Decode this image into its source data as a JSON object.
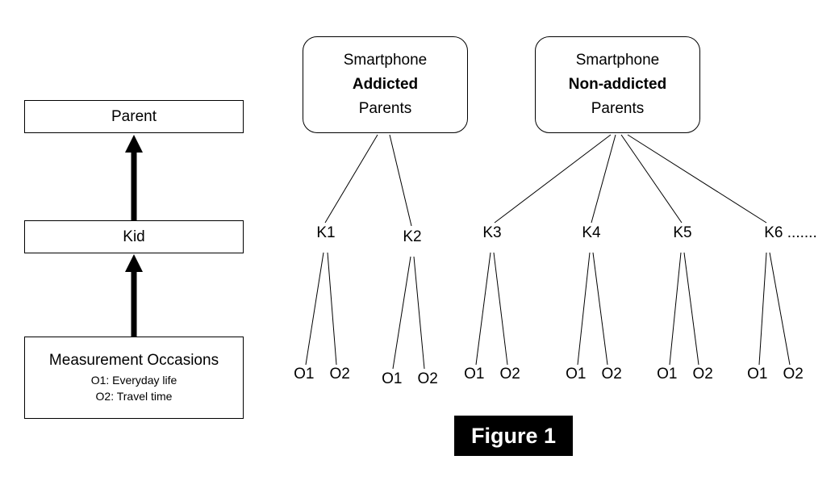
{
  "left_panel": {
    "parent_label": "Parent",
    "kid_label": "Kid",
    "measurement": {
      "title": "Measurement Occasions",
      "line1": "O1: Everyday life",
      "line2": "O2: Travel time"
    }
  },
  "tree": {
    "groups": [
      {
        "line1": "Smartphone",
        "line2": "Addicted",
        "line3": "Parents"
      },
      {
        "line1": "Smartphone",
        "line2": "Non-addicted",
        "line3": "Parents"
      }
    ],
    "kids": [
      "K1",
      "K2",
      "K3",
      "K4",
      "K5",
      "K6 ......."
    ],
    "occasion_pairs": [
      {
        "o1": "O1",
        "o2": "O2"
      },
      {
        "o1": "O1",
        "o2": "O2"
      },
      {
        "o1": "O1",
        "o2": "O2"
      },
      {
        "o1": "O1",
        "o2": "O2"
      },
      {
        "o1": "O1",
        "o2": "O2"
      },
      {
        "o1": "O1",
        "o2": "O2"
      }
    ]
  },
  "figure_caption": "Figure 1",
  "colors": {
    "line": "#000000",
    "box_border": "#000000",
    "caption_bg": "#000000",
    "caption_text": "#ffffff"
  }
}
